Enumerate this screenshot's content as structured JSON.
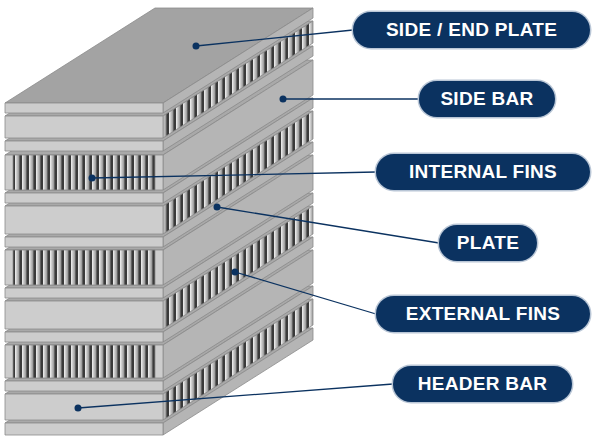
{
  "diagram": {
    "nodes": [
      {
        "text": [
          "SIDE / END PLATE"
        ]
      },
      {
        "text": [
          "SIDE BAR"
        ]
      },
      {
        "text": [
          "INTERNAL FINS"
        ]
      },
      {
        "text": [
          "PLATE"
        ]
      },
      {
        "text": [
          "EXTERNAL FINS"
        ]
      },
      {
        "text": [
          "HEADER BAR"
        ]
      }
    ]
  }
}
